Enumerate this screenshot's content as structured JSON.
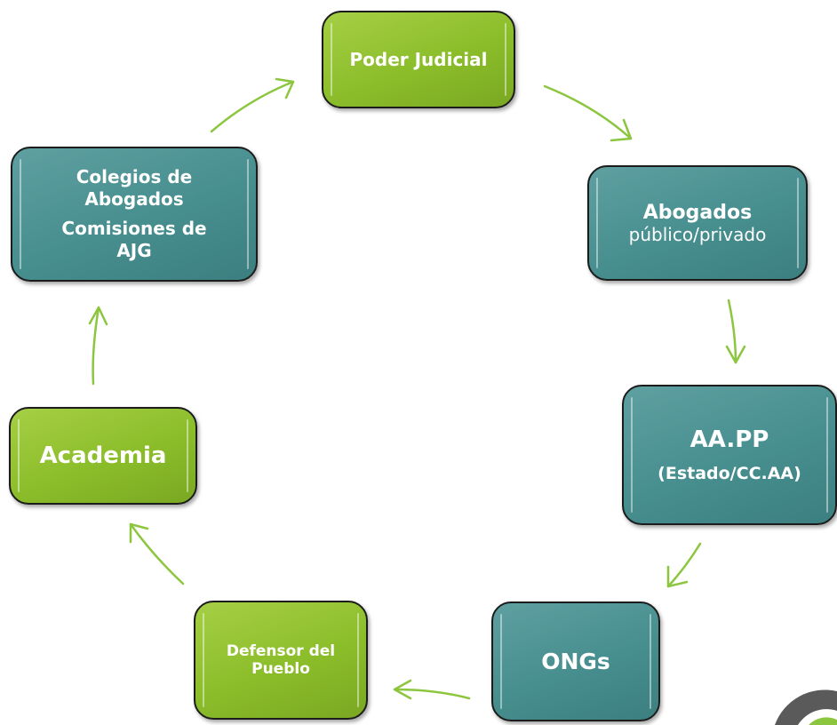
{
  "diagram": {
    "nodes": {
      "poder_judicial": {
        "line1": "Poder Judicial",
        "color": "#8bbd2a"
      },
      "abogados": {
        "line1": "Abogados",
        "line2": "público/privado",
        "color": "#478e8f"
      },
      "aapp": {
        "line1": "AA.PP",
        "line2": "(Estado/CC.AA)",
        "color": "#478e8f"
      },
      "ongs": {
        "line1": "ONGs",
        "color": "#478e8f"
      },
      "defensor": {
        "line1": "Defensor del",
        "line2": "Pueblo",
        "color": "#8bbd2a"
      },
      "academia": {
        "line1": "Academia",
        "color": "#8bbd2a"
      },
      "colegios": {
        "line1": "Colegios de",
        "line2": "Abogados",
        "line3": "Comisiones de",
        "line4": "AJG",
        "color": "#478e8f"
      }
    },
    "arrow_color": "#8cc63f",
    "cycle": [
      "poder_judicial",
      "abogados",
      "aapp",
      "ongs",
      "defensor",
      "academia",
      "colegios"
    ]
  }
}
